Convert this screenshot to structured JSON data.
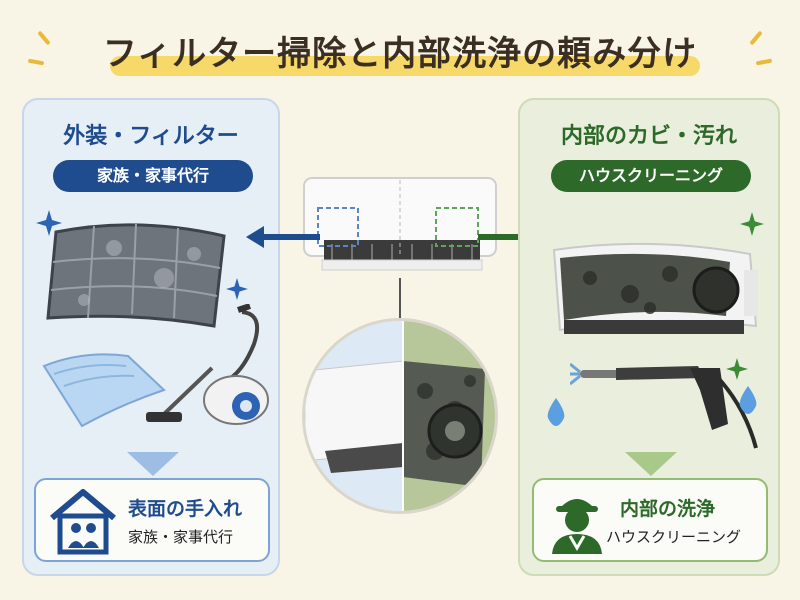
{
  "title": "フィルター掃除と内部洗浄の頼み分け",
  "left": {
    "heading": "外装・フィルター",
    "pill": "家族・家事代行",
    "result_title": "表面の手入れ",
    "result_sub": "家族・家事代行",
    "icons": [
      "filter-icon",
      "cloth-icon",
      "vacuum-icon",
      "house-family-icon",
      "sparkle-icon"
    ]
  },
  "right": {
    "heading": "内部のカビ・汚れ",
    "pill": "ハウスクリーニング",
    "result_title": "内部の洗浄",
    "result_sub": "ハウスクリーニング",
    "icons": [
      "moldy-ac-icon",
      "spray-gun-icon",
      "water-drop-icon",
      "worker-icon",
      "sparkle-icon"
    ]
  },
  "colors": {
    "background": "#f8f4e6",
    "title_highlight": "#f7d96a",
    "left_accent": "#1f4c8e",
    "right_accent": "#2d6a2a"
  }
}
